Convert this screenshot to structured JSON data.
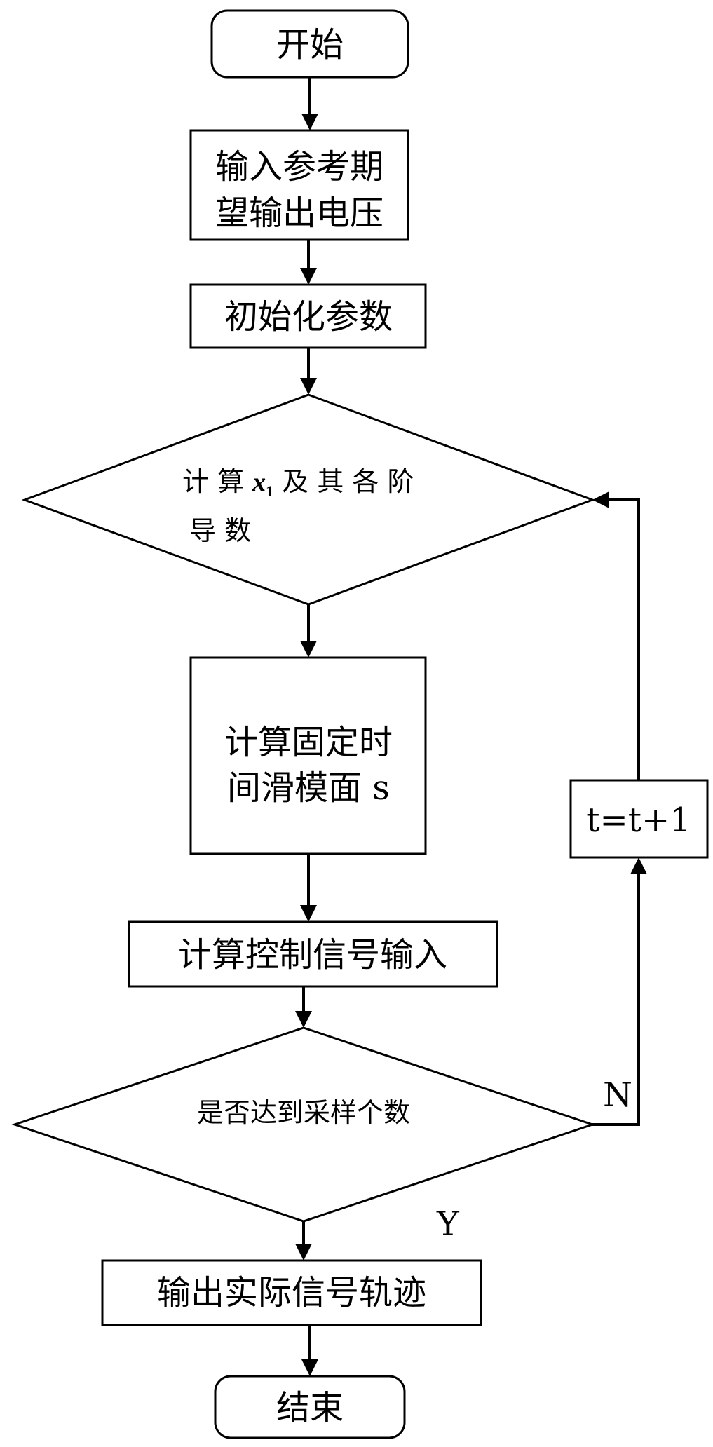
{
  "nodes": {
    "start": "开始",
    "input_reference": [
      "输入参考期",
      "望输出电压"
    ],
    "init_params": "初始化参数",
    "compute_xi": {
      "before": "计 算 ",
      "var": "x",
      "sub": "1",
      "after": " 及 其 各 阶",
      "line2": "导 数"
    },
    "compute_surface": [
      "计算固定时",
      "间滑模面 s"
    ],
    "compute_control": "计算控制信号输入",
    "decision_samples": "是否达到采样个数",
    "increment": "t=t+1",
    "output_trajectory": "输出实际信号轨迹",
    "end": "结束"
  },
  "edge_labels": {
    "no": "N",
    "yes": "Y"
  }
}
